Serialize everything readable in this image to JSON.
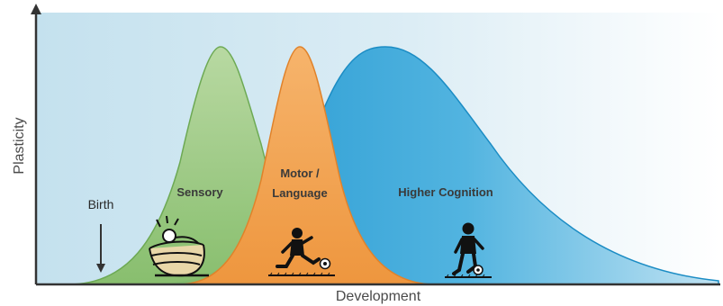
{
  "axes": {
    "y_label": "Plasticity",
    "x_label": "Development"
  },
  "annotation": {
    "birth_label": "Birth"
  },
  "curves": [
    {
      "name": "Sensory",
      "color": "#a6cf8f"
    },
    {
      "name": "Motor / Language",
      "line1": "Motor /",
      "line2": "Language",
      "color": "#f2a255"
    },
    {
      "name": "Higher Cognition",
      "color": "#4aaedb"
    }
  ],
  "illustrations": [
    {
      "icon": "baby-in-crib-icon"
    },
    {
      "icon": "child-kicking-ball-icon"
    },
    {
      "icon": "youth-kicking-ball-icon"
    }
  ],
  "colors": {
    "background_left": "#c9e3ef",
    "background_right": "#ffffff",
    "axis": "#333333"
  }
}
